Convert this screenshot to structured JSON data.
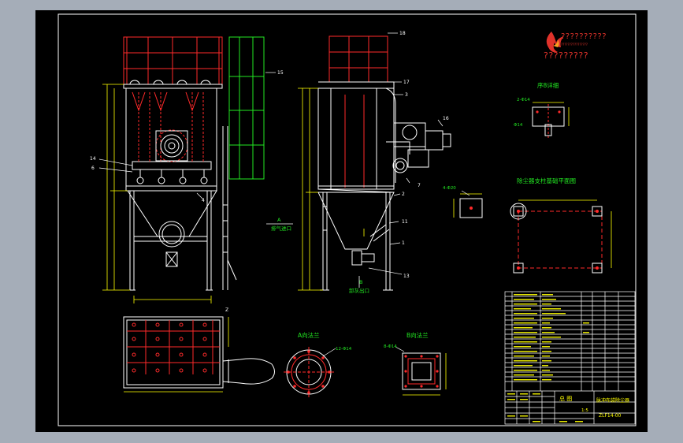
{
  "logo": {
    "line1": "??????????",
    "line2": "????????????????",
    "line3": "?????????"
  },
  "labels": {
    "front": {
      "n14": "14",
      "n6": "6",
      "n4": "4",
      "n15": "15"
    },
    "side": {
      "n18": "18",
      "n17": "17",
      "n3": "3",
      "n16": "16",
      "n7": "7",
      "n2": "2",
      "n11": "11",
      "n1": "1",
      "n13": "13",
      "a_mark": "A",
      "b_mark": "B",
      "inlet_text": "排气进口",
      "outlet_text": "卸灰出口"
    },
    "plan": {
      "z": "Z"
    },
    "a_flange_title": "A向法兰",
    "a_flange_dim": "12-Φ14",
    "b_flange_title": "B向法兰",
    "b_flange_dim": "8-Φ14",
    "detail_title": "序8详细",
    "detail_dim": "2-Φ14",
    "detail_dim2": "Φ14",
    "foundation_title": "除尘器支柱基础平面图",
    "foundation_dim": "4-Φ20",
    "tb_title": "脉冲布袋除尘器",
    "tb_label": "总 图",
    "tb_code": "ZLF14-00",
    "tb_scale": "1:5"
  },
  "colors": {
    "red": "#ff2a2a",
    "green": "#22e822",
    "yellow": "#ffff00",
    "white": "#ffffff",
    "cyan": "#00e0e0"
  }
}
